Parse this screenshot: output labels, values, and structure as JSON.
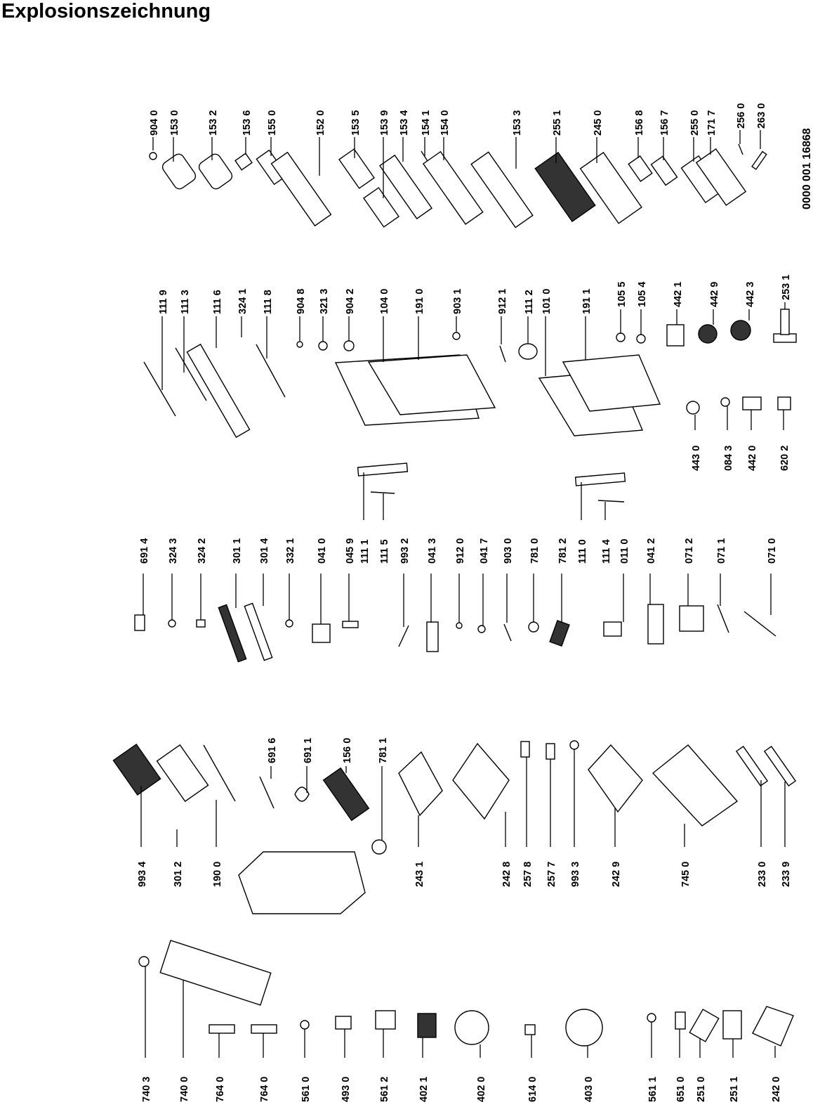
{
  "title": "Explosionszeichnung",
  "document_number": "0000 001 16868",
  "part_labels": [
    "904 0",
    "153 0",
    "153 2",
    "153 6",
    "155 0",
    "152 0",
    "153 5",
    "153 9",
    "153 4",
    "154 1",
    "154 0",
    "153 3",
    "255 1",
    "245 0",
    "156 8",
    "156 7",
    "255 0",
    "171 7",
    "256 0",
    "263 0",
    "111 9",
    "111 3",
    "111 6",
    "324 1",
    "111 8",
    "904 8",
    "321 3",
    "904 2",
    "104 0",
    "191 0",
    "903 1",
    "912 1",
    "111 2",
    "101 0",
    "191 1",
    "105 5",
    "105 4",
    "442 1",
    "442 9",
    "442 3",
    "253 1",
    "443 0",
    "084 3",
    "442 0",
    "620 2",
    "111 1",
    "111 5",
    "111 0",
    "111 4",
    "691 4",
    "324 3",
    "324 2",
    "301 1",
    "301 4",
    "332 1",
    "041 0",
    "045 9",
    "993 2",
    "041 3",
    "912 0",
    "041 7",
    "903 0",
    "781 0",
    "781 2",
    "011 0",
    "041 2",
    "071 2",
    "071 1",
    "071 0",
    "993 4",
    "301 2",
    "190 0",
    "691 6",
    "691 1",
    "156 0",
    "781 1",
    "243 1",
    "242 8",
    "257 8",
    "257 7",
    "993 3",
    "242 9",
    "745 0",
    "233 0",
    "233 9",
    "740 3",
    "740 0",
    "764 0",
    "764 0",
    "561 0",
    "493 0",
    "561 2",
    "402 1",
    "402 0",
    "614 0",
    "403 0",
    "561 1",
    "651 0",
    "251 0",
    "251 1",
    "242 0"
  ]
}
